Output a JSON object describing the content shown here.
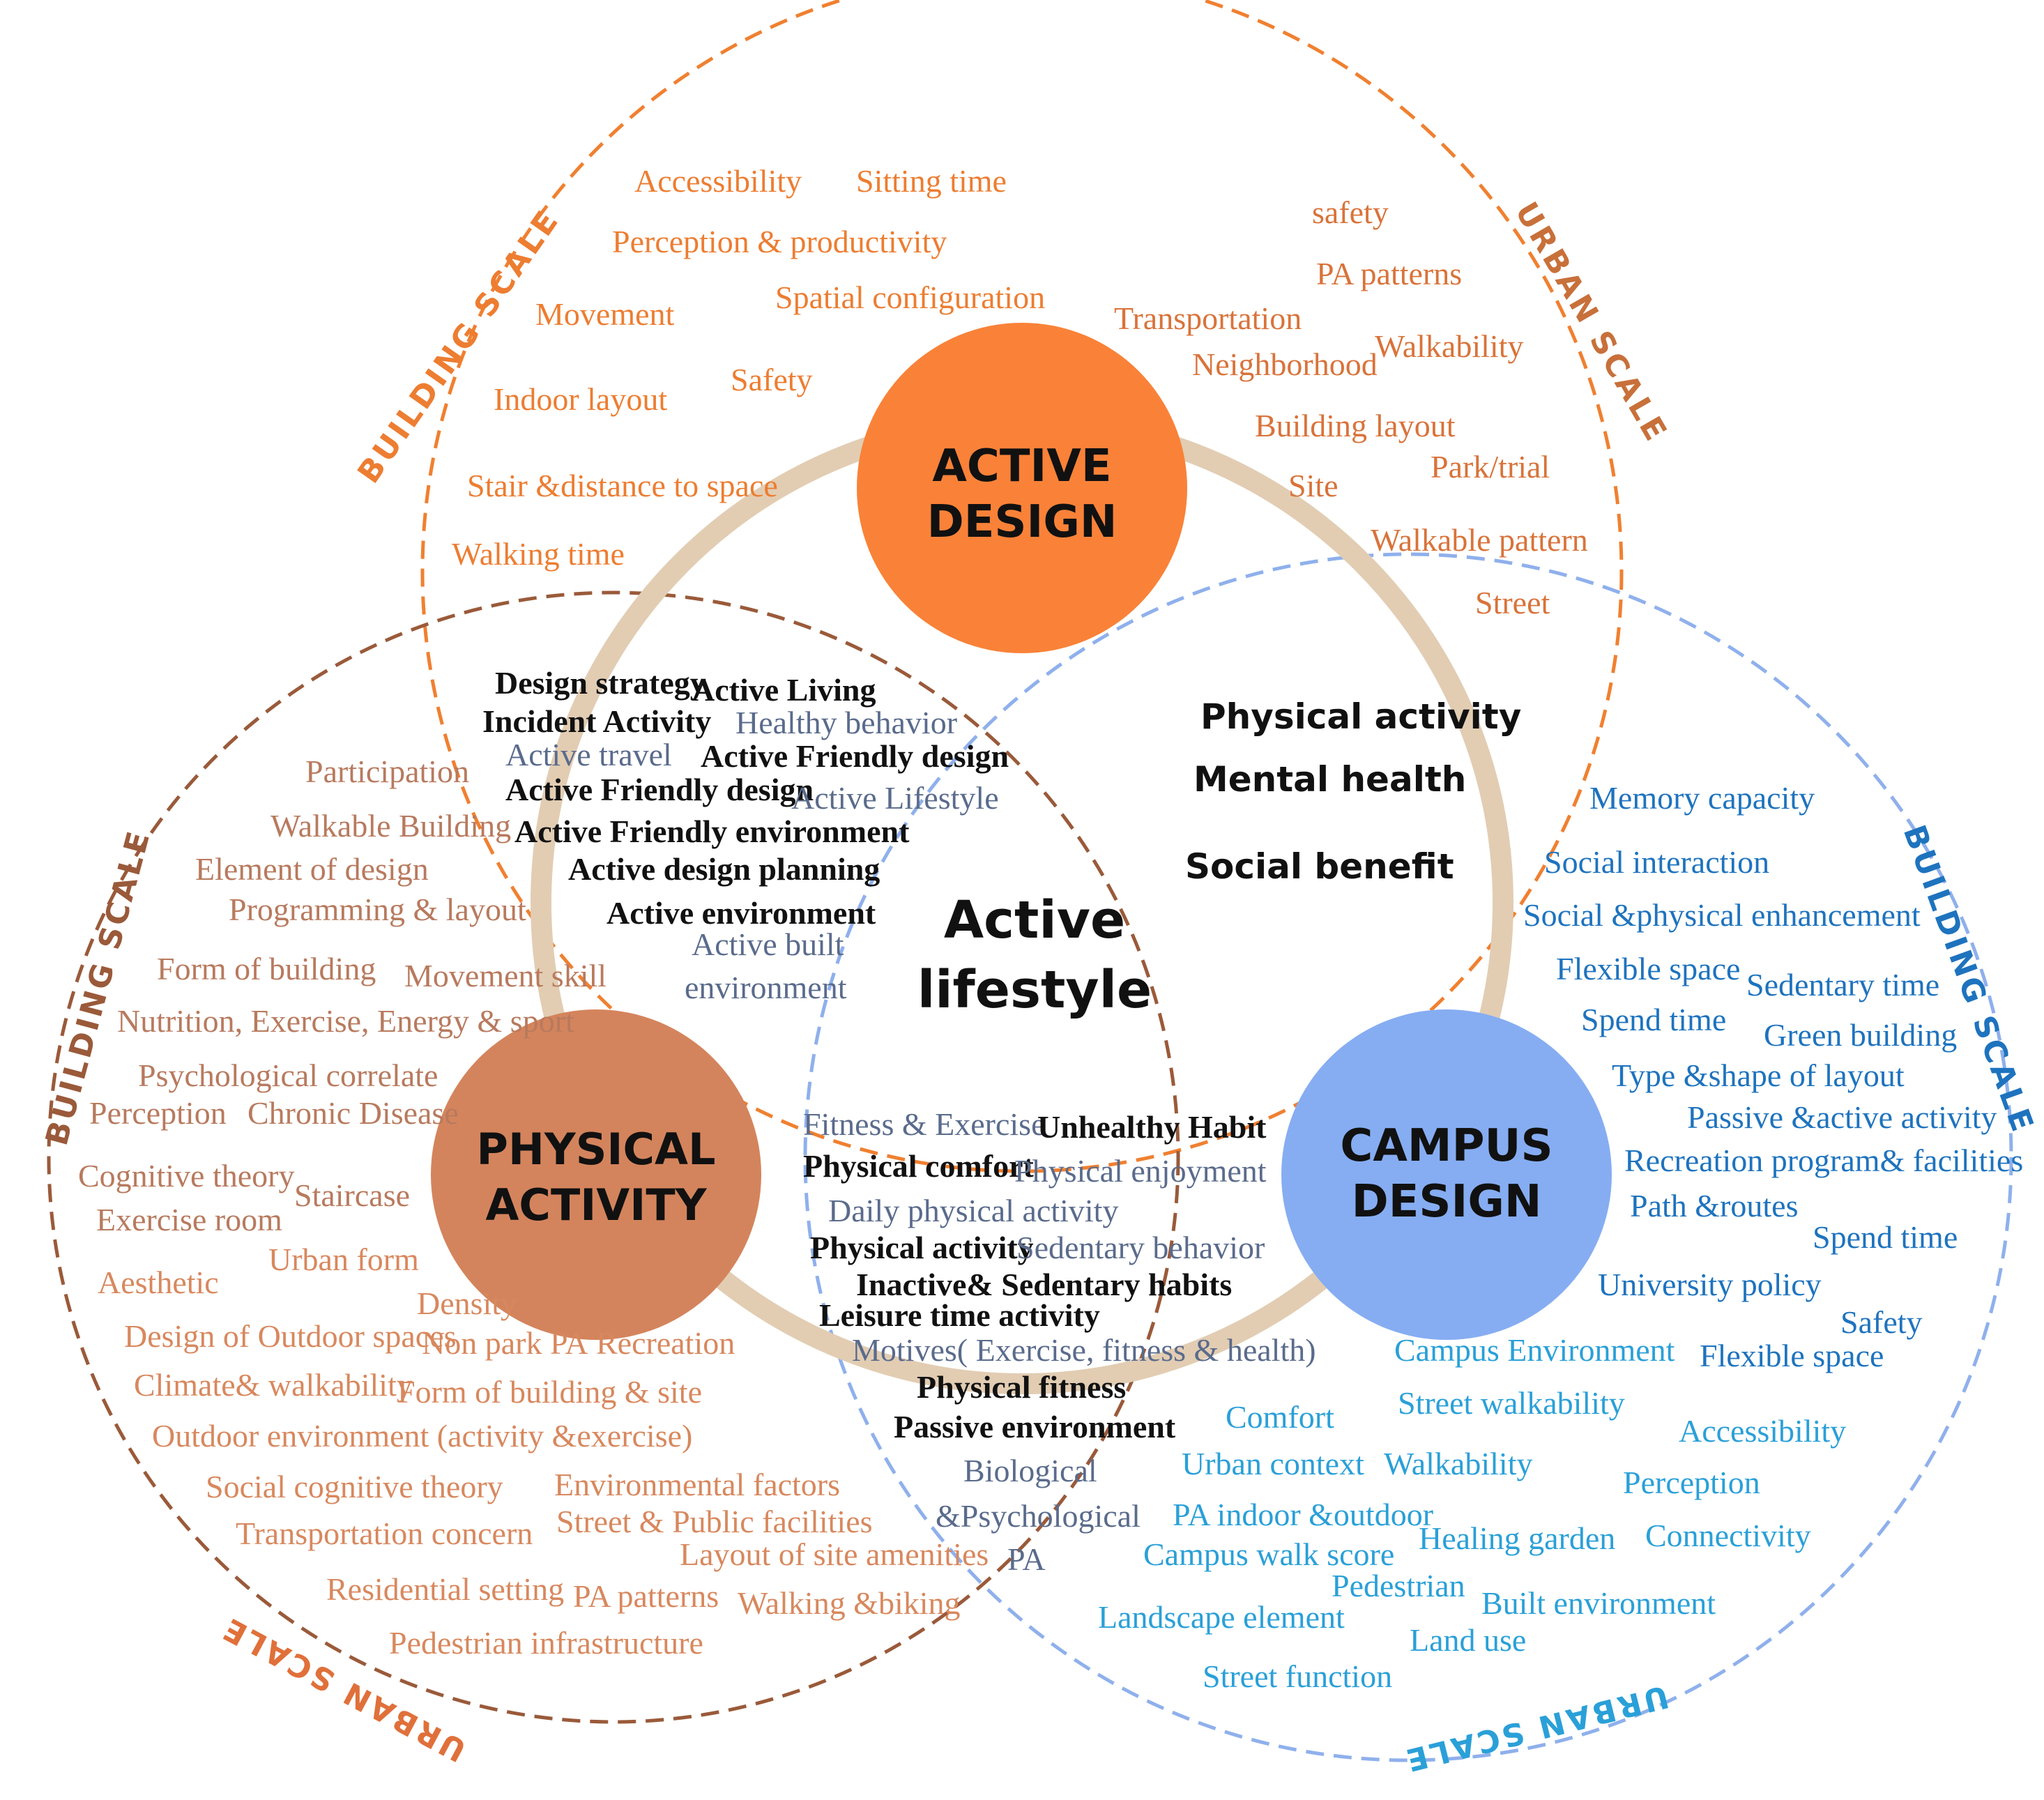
{
  "colors": {
    "orange_circle": "#f08030",
    "brown_circle": "#9a5a3a",
    "blue_circle": "#8fb0ec",
    "active_design_fill": "#f98238",
    "physical_activity_fill": "#d4845c",
    "campus_design_fill": "#86adf2",
    "ring": "#e2cdb3",
    "orange_text": "#ed7d31",
    "orange_text_dark": "#d9733a",
    "brown_text": "#b87a5e",
    "blue_text": "#1e73be",
    "cyan_text": "#2aa0d8",
    "gray_blue_text": "#5a6b8c"
  },
  "hubs": {
    "active_design": [
      "ACTIVE",
      "DESIGN"
    ],
    "physical_activity": [
      "PHYSICAL",
      "ACTIVITY"
    ],
    "campus_design": [
      "CAMPUS",
      "DESIGN"
    ]
  },
  "center": [
    "Active",
    "lifestyle"
  ],
  "benefits": [
    "Physical activity",
    "Mental health",
    "Social benefit"
  ],
  "scale_labels": {
    "top_left": "BUILDING SCALE",
    "top_right": "URBAN SCALE",
    "left": "BUILDING SCALE",
    "bottom_left": "URBAN SCALE",
    "right": "BUILDING SCALE",
    "bottom_right": "URBAN SCALE"
  },
  "active_design_building": [
    "Accessibility",
    "Sitting time",
    "Perception & productivity",
    "Movement",
    "Spatial configuration",
    "Indoor layout",
    "Safety",
    "Stair &distance to space",
    "Walking time"
  ],
  "active_design_urban": [
    "safety",
    "PA patterns",
    "Transportation",
    "Neighborhood",
    "Walkability",
    "Building layout",
    "Site",
    "Park/trial",
    "Walkable pattern",
    "Street"
  ],
  "overlap_design_activity": [
    "Design strategy",
    "Active Living",
    "Incident Activity",
    "Healthy behavior",
    "Active travel",
    "Active Friendly design",
    "Active Friendly design",
    "Active Lifestyle",
    "Active Friendly environment",
    "Active design planning",
    "Active environment",
    "Active built",
    "environment"
  ],
  "physical_activity_building": [
    "Participation",
    "Walkable Building",
    "Element of design",
    "Programming & layout",
    "Form of building",
    "Movement skill",
    "Nutrition, Exercise, Energy  & sport",
    "Psychological correlate",
    "Perception",
    "Chronic Disease",
    "Cognitive theory",
    "Staircase",
    "Exercise room"
  ],
  "physical_activity_urban": [
    "Aesthetic",
    "Urban form",
    "Density",
    "Design of Outdoor spaces",
    "Non park PA",
    "Recreation",
    "Climate& walkability",
    "Form of building & site",
    "Outdoor environment (activity &exercise)",
    "Social cognitive theory",
    "Environmental factors",
    "Transportation concern",
    "Street & Public facilities",
    "Layout of site amenities",
    "Residential setting",
    "PA patterns",
    "Walking &biking",
    "Pedestrian infrastructure"
  ],
  "overlap_activity_campus": [
    "Fitness & Exercise",
    "Unhealthy Habit",
    "Physical comfort",
    "Physical enjoyment",
    "Daily physical activity",
    "Physical activity",
    "Sedentary behavior",
    "Inactive& Sedentary habits",
    "Leisure time activity",
    "Motives( Exercise, fitness & health)",
    "Physical fitness",
    "Passive environment",
    "Biological",
    "&Psychological",
    "PA"
  ],
  "campus_building": [
    "Memory capacity",
    "Social interaction",
    "Social &physical enhancement",
    "Flexible space",
    "Sedentary time",
    "Spend time",
    "Green building",
    "Type &shape of layout",
    "Passive &active activity",
    "Recreation program& facilities",
    "Path &routes",
    "Spend time",
    "University policy",
    "Safety",
    "Flexible space"
  ],
  "campus_urban": [
    "Campus Environment",
    "Comfort",
    "Street walkability",
    "Urban context",
    "Walkability",
    "Accessibility",
    "PA indoor &outdoor",
    "Perception",
    "Campus walk score",
    "Healing garden",
    "Connectivity",
    "Pedestrian",
    "Built environment",
    "Landscape element",
    "Land use",
    "Street function"
  ]
}
